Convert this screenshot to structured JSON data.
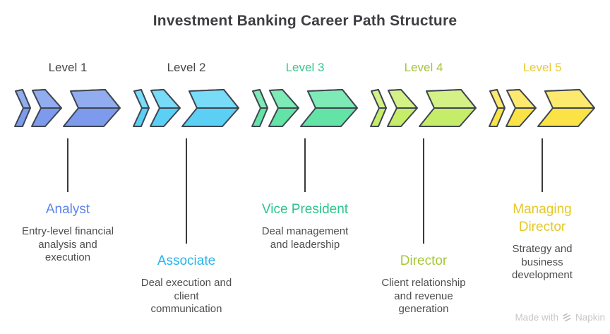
{
  "title": "Investment Banking Career Path Structure",
  "levels": [
    {
      "label": "Level 1",
      "role": "Analyst",
      "description_lines": [
        "Entry-level financial",
        "analysis and",
        "execution"
      ],
      "colors": {
        "label": "#474747",
        "role": "#5c83e9",
        "chevron_top": "#92acf0",
        "chevron_bottom": "#7d9aec"
      }
    },
    {
      "label": "Level 2",
      "role": "Associate",
      "description_lines": [
        "Deal execution and",
        "client",
        "communication"
      ],
      "colors": {
        "label": "#474747",
        "role": "#28b5eb",
        "chevron_top": "#78dbf7",
        "chevron_bottom": "#5bd0f4"
      }
    },
    {
      "label": "Level 3",
      "role": "Vice President",
      "description_lines": [
        "Deal management",
        "and leadership"
      ],
      "colors": {
        "label": "#35c78e",
        "role": "#2dc58c",
        "chevron_top": "#7eeab5",
        "chevron_bottom": "#64e3a7"
      }
    },
    {
      "label": "Level 4",
      "role": "Director",
      "description_lines": [
        "Client relationship",
        "and revenue",
        "generation"
      ],
      "colors": {
        "label": "#a6c33f",
        "role": "#a6c838",
        "chevron_top": "#d4f187",
        "chevron_bottom": "#c6ed69"
      }
    },
    {
      "label": "Level 5",
      "role": "Managing Director",
      "description_lines": [
        "Strategy and",
        "business",
        "development"
      ],
      "colors": {
        "label": "#ebca34",
        "role": "#e5c82b",
        "chevron_top": "#fde96e",
        "chevron_bottom": "#fbe247"
      }
    }
  ],
  "watermark": {
    "prefix": "Made with",
    "brand": "Napkin"
  },
  "chevron_border_color": "#3e4651",
  "connector_color": "#3a3a3a"
}
